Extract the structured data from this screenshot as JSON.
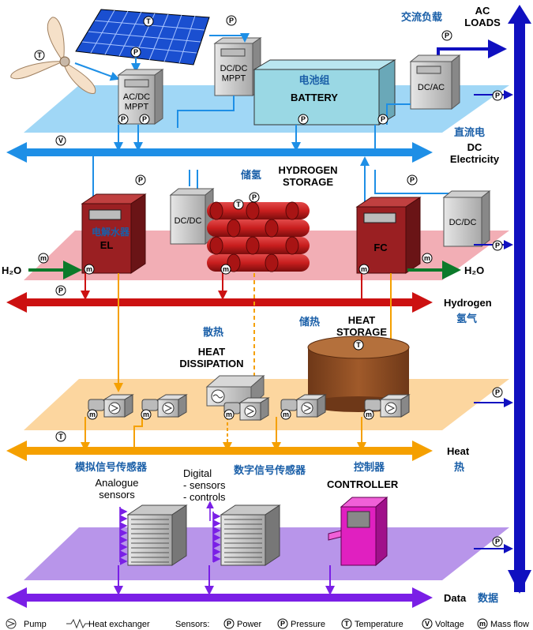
{
  "labels": {
    "ac_loads": "AC\nLOADS",
    "ac_loads_cn": "交流负载",
    "battery_cn": "电池组",
    "battery": "BATTERY",
    "acdc_mppt": "AC/DC\nMPPT",
    "dcdc_mppt": "DC/DC\nMPPT",
    "dcac": "DC/AC",
    "dc_elec_cn": "直流电",
    "dc_elec": "DC\nElectricity",
    "h2_storage_cn": "储氢",
    "h2_storage": "HYDROGEN\nSTORAGE",
    "el_cn": "电解水器",
    "el": "EL",
    "dcdc_left": "DC/DC",
    "dcdc_right": "DC/DC",
    "fc": "FC",
    "h2o_in": "H₂O",
    "h2o_out": "H₂O",
    "hydrogen": "Hydrogen",
    "hydrogen_cn": "氢气",
    "heat_diss_cn": "散热",
    "heat_diss": "HEAT\nDISSIPATION",
    "heat_storage_cn": "储热",
    "heat_storage": "HEAT\nSTORAGE",
    "heat": "Heat",
    "heat_cn": "热",
    "analog_cn": "模拟信号传感器",
    "analog": "Analogue\nsensors",
    "digital_cn": "数字信号传感器",
    "digital": "Digital\n- sensors\n- controls",
    "controller_cn": "控制器",
    "controller": "CONTROLLER",
    "data": "Data",
    "data_cn": "数据"
  },
  "legend": {
    "pump": "Pump",
    "heat_exchanger": "Heat exchanger",
    "sensors": "Sensors:",
    "power": "Power",
    "pressure": "Pressure",
    "temperature": "Temperature",
    "voltage": "Voltage",
    "mass_flow": "Mass flow"
  },
  "sensor_symbols": {
    "power": "P",
    "pressure": "P",
    "temperature": "T",
    "voltage": "V",
    "mass_flow": "m"
  },
  "colors": {
    "dc_bus": "#1e8fe6",
    "dc_plane": "#8fd0f5",
    "hydrogen_bus": "#cc1111",
    "hydrogen_plane": "#f0a0a8",
    "heat_bus": "#f5a000",
    "heat_plane": "#fbcf8e",
    "data_bus": "#7a1fe6",
    "data_plane": "#b08ae8",
    "main_bus": "#1010c0",
    "battery": "#9ad8e4",
    "el_box": "#9a1f22",
    "cylinder": "#c81e1e",
    "heat_tank": "#8a4a22",
    "controller": "#e020c0",
    "solar_panel": "#1a4fd0"
  }
}
